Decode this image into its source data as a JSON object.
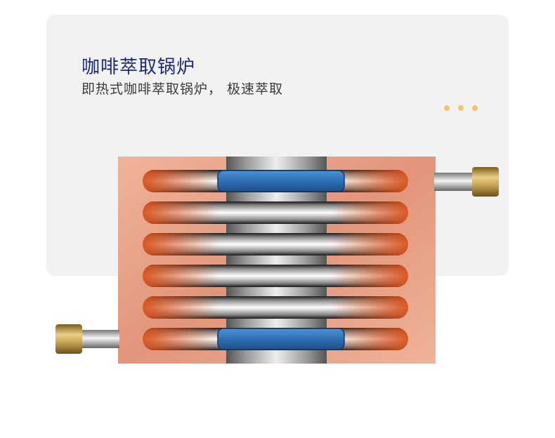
{
  "header": {
    "title": "咖啡萃取锅炉",
    "subtitle": "即热式咖啡萃取锅炉， 极速萃取"
  },
  "decor": {
    "dots_count": 3,
    "dot_color": "#f2c56a"
  },
  "colors": {
    "card_background": "#f2f2f2",
    "title": "#1c2a78",
    "copper": "#e39a7b",
    "seal_blue": "#2f73b8",
    "brass": "#c9a655"
  },
  "illustration": {
    "name": "copper-coil-heat-exchanger",
    "tube_rows": 6
  }
}
